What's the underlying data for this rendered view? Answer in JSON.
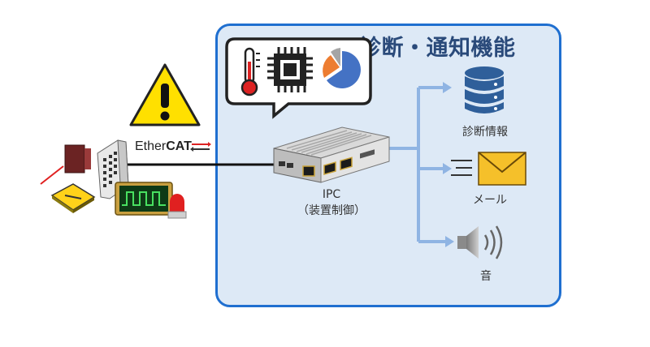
{
  "panel": {
    "title": "診断・通知機能"
  },
  "network": {
    "protocol_prefix": "Ether",
    "protocol_suffix": "CAT"
  },
  "ipc": {
    "name": "IPC",
    "caption": "（装置制御）"
  },
  "outputs": {
    "diagnostics_label": "診断情報",
    "mail_label": "メール",
    "sound_label": "音"
  },
  "colors": {
    "panel_border": "#1f6fd0",
    "panel_fill": "#dde9f6",
    "title_text": "#2a4a7a",
    "arrow": "#8fb4e3",
    "warning_yellow": "#ffe000",
    "database_blue": "#2f5f9a",
    "mail_yellow": "#f5c02a",
    "pie_blue": "#4472c4",
    "pie_orange": "#ed7d31",
    "pie_gray": "#a5a5a5"
  },
  "icons": [
    "warning-icon",
    "thermometer-icon",
    "cpu-chip-icon",
    "pie-chart-icon",
    "database-icon",
    "mail-icon",
    "speaker-icon",
    "ethercat-arrows-icon",
    "signal-tower-icon"
  ]
}
